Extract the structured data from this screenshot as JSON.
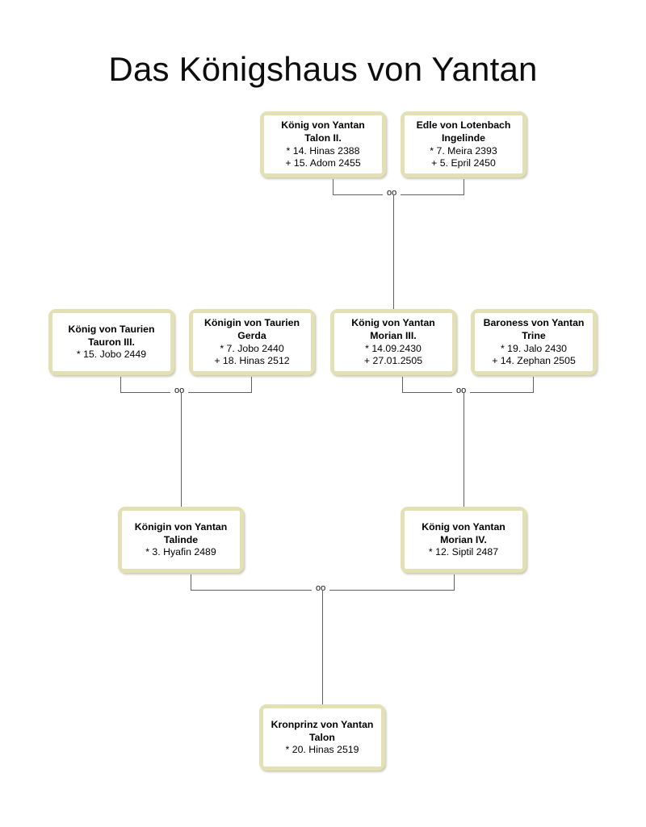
{
  "page": {
    "title": "Das Königshaus von Yantan",
    "background_color": "#ffffff",
    "box_border_color": "#e3e0b4",
    "box_fill_color": "#ffffff",
    "line_color": "#606060",
    "marriage_symbol": "oo"
  },
  "persons": [
    {
      "id": "talon-ii",
      "title": "König von Yantan",
      "name": "Talon II.",
      "birth": "* 14. Hinas 2388",
      "death": "+ 15. Adom 2455"
    },
    {
      "id": "ingelinde",
      "title": "Edle von Lotenbach",
      "name": "Ingelinde",
      "birth": "* 7. Meira 2393",
      "death": "+ 5. Epril 2450"
    },
    {
      "id": "tauron-iii",
      "title": "König von Taurien",
      "name": "Tauron III.",
      "birth": "* 15. Jobo 2449",
      "death": ""
    },
    {
      "id": "gerda",
      "title": "Königin von Taurien",
      "name": "Gerda",
      "birth": "* 7. Jobo 2440",
      "death": "+ 18. Hinas 2512"
    },
    {
      "id": "morian-iii",
      "title": "König von Yantan",
      "name": "Morian III.",
      "birth": "* 14.09.2430",
      "death": "+ 27.01.2505"
    },
    {
      "id": "trine",
      "title": "Baroness von Yantan",
      "name": "Trine",
      "birth": "* 19. Jalo 2430",
      "death": "+ 14. Zephan 2505"
    },
    {
      "id": "talinde",
      "title": "Königin von Yantan",
      "name": "Talinde",
      "birth": "* 3. Hyafin 2489",
      "death": ""
    },
    {
      "id": "morian-iv",
      "title": "König von Yantan",
      "name": "Morian IV.",
      "birth": "* 12. Siptil 2487",
      "death": ""
    },
    {
      "id": "talon-kronprinz",
      "title": "Kronprinz von Yantan",
      "name": "Talon",
      "birth": "* 20. Hinas 2519",
      "death": ""
    }
  ],
  "marriages": [
    {
      "id": "m1",
      "symbol": "oo",
      "partners": [
        "talon-ii",
        "ingelinde"
      ],
      "child": "morian-iii"
    },
    {
      "id": "m2",
      "symbol": "oo",
      "partners": [
        "tauron-iii",
        "gerda"
      ],
      "child": "talinde"
    },
    {
      "id": "m3",
      "symbol": "oo",
      "partners": [
        "morian-iii",
        "trine"
      ],
      "child": "morian-iv"
    },
    {
      "id": "m4",
      "symbol": "oo",
      "partners": [
        "talinde",
        "morian-iv"
      ],
      "child": "talon-kronprinz"
    }
  ]
}
